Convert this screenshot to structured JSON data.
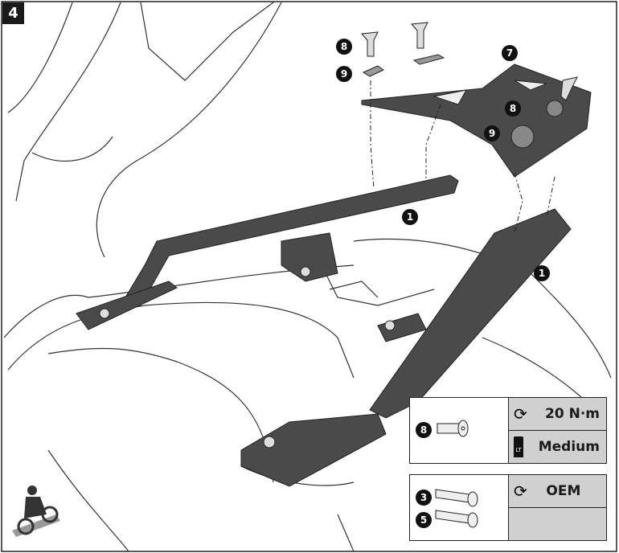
{
  "step_number": "4",
  "callouts": {
    "bolt_top": "8",
    "washer_top": "9",
    "plate": "7",
    "bolt_plate": "8",
    "washer_plate": "9",
    "rail_left": "1",
    "rail_right": "1"
  },
  "table_1": {
    "part_number": "8",
    "torque": "20 N·m",
    "threadlocker": "Medium",
    "threadlocker_icon_label": "LT"
  },
  "table_2": {
    "part_numbers": [
      "3",
      "5"
    ],
    "torque": "OEM"
  },
  "colors": {
    "part": "#4a4a4a",
    "table_fill": "#d0d0d0",
    "ink": "#1a1a1a"
  }
}
